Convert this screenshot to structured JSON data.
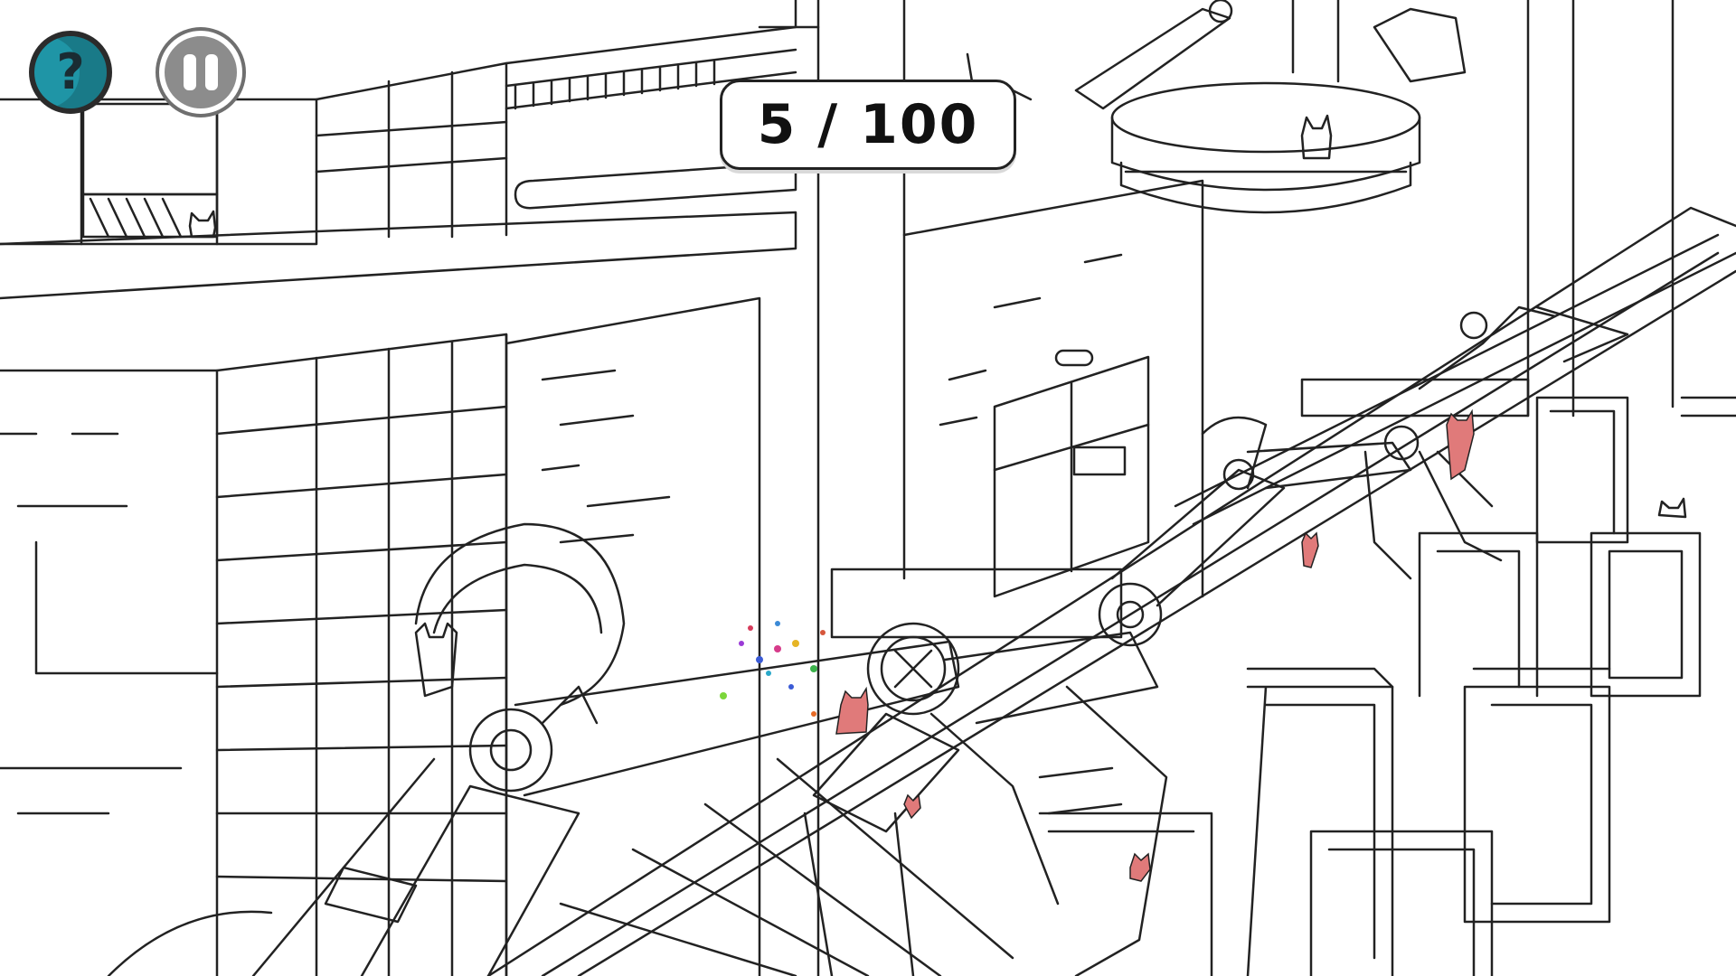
{
  "hud": {
    "help_icon": "question-mark-icon",
    "help_glyph": "?",
    "pause_icon": "pause-icon",
    "counter_text": "5 / 100"
  },
  "colors": {
    "help_button": "#1f95a6",
    "pause_button": "#8c8c8c",
    "line_art": "#222222",
    "cat_highlight": "#e07a7a"
  },
  "progress": {
    "found": 5,
    "total": 100
  }
}
